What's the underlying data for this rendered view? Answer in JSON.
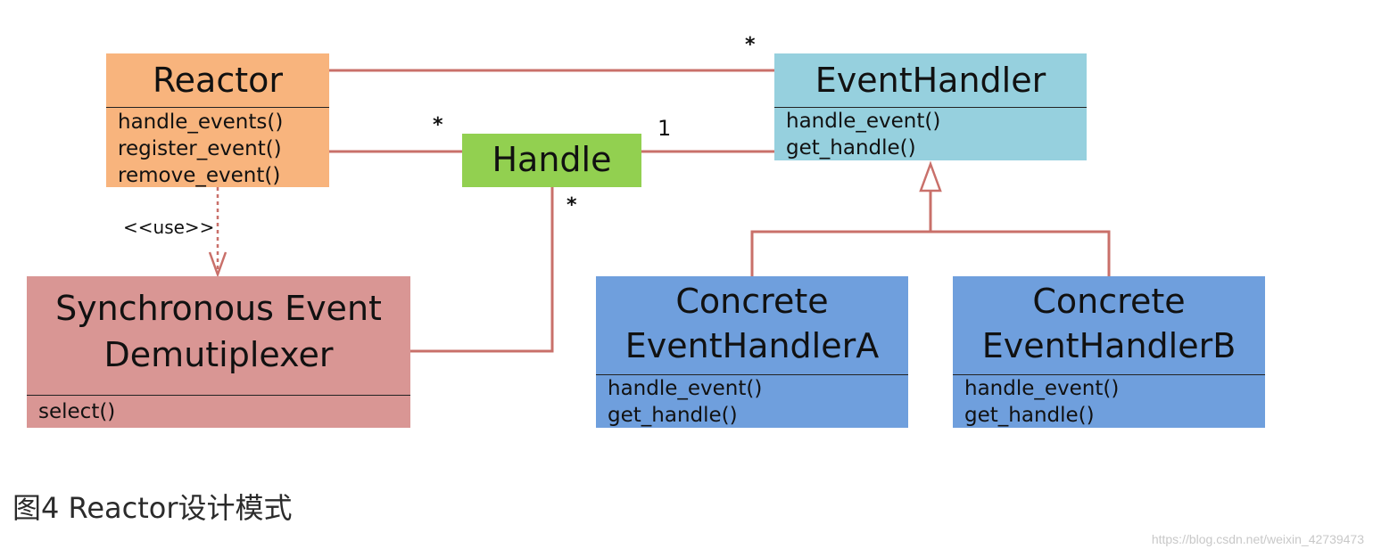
{
  "colors": {
    "reactor": "#f8b47d",
    "event_handler": "#96d0de",
    "handle": "#92d050",
    "demultiplexer": "#d99694",
    "concrete": "#6f9fdd",
    "connector": "#c9706a"
  },
  "reactor": {
    "title": "Reactor",
    "methods": [
      "handle_events()",
      "register_event()",
      "remove_event()"
    ]
  },
  "event_handler": {
    "title": "EventHandler",
    "methods": [
      "handle_event()",
      "get_handle()"
    ]
  },
  "handle": {
    "title": "Handle"
  },
  "demultiplexer": {
    "title_line1": "Synchronous Event",
    "title_line2": "Demutiplexer",
    "methods": [
      "select()"
    ]
  },
  "concrete_a": {
    "title_line1": "Concrete",
    "title_line2": "EventHandlerA",
    "methods": [
      "handle_event()",
      "get_handle()"
    ]
  },
  "concrete_b": {
    "title_line1": "Concrete",
    "title_line2": "EventHandlerB",
    "methods": [
      "handle_event()",
      "get_handle()"
    ]
  },
  "multiplicities": {
    "reactor_eventhandler": "*",
    "reactor_handle": "*",
    "handle_eventhandler": "1",
    "handle_demux": "*"
  },
  "use_label": "<<use>>",
  "caption": "图4 Reactor设计模式",
  "watermark": "https://blog.csdn.net/weixin_42739473"
}
